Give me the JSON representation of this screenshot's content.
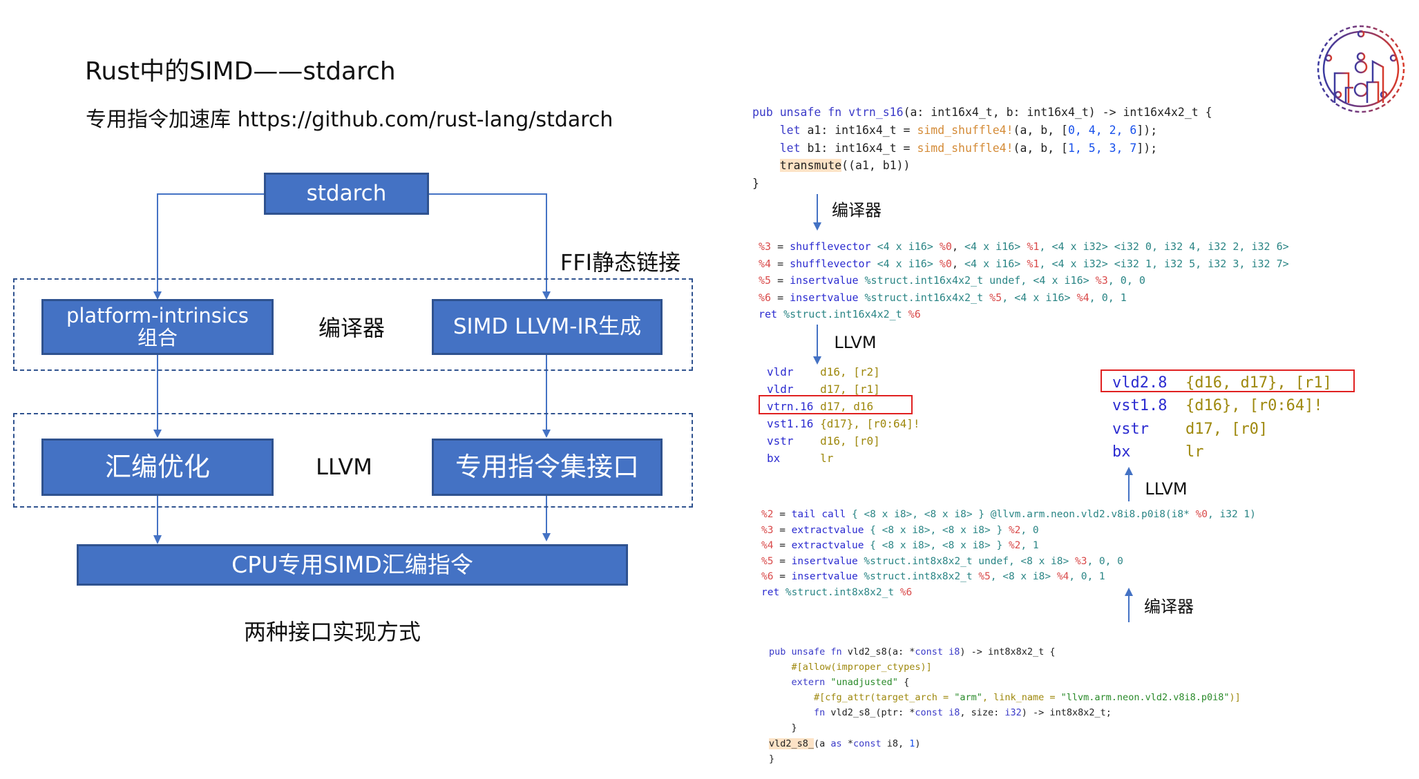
{
  "title": "Rust中的SIMD——stdarch",
  "subtitle": "专用指令加速库 https://github.com/rust-lang/stdarch",
  "diagram": {
    "stdarch": "stdarch",
    "platform_line1": "platform-intrinsics",
    "platform_line2": "组合",
    "compiler_label": "编译器",
    "simd_ir": "SIMD LLVM-IR生成",
    "ffi_label": "FFI静态链接",
    "asm_opt": "汇编优化",
    "llvm_label": "LLVM",
    "intrinsic_iface": "专用指令集接口",
    "cpu": "CPU专用SIMD汇编指令",
    "caption": "两种接口实现方式"
  },
  "flow_labels": {
    "compiler_1": "编译器",
    "llvm_1": "LLVM",
    "llvm_2": "LLVM",
    "compiler_2": "编译器"
  },
  "logo_icon": "university-gear-skyline-logo",
  "code": {
    "vtrn_rust": [
      [
        [
          "pub unsafe fn ",
          "k"
        ],
        [
          "vtrn_s16",
          "k"
        ],
        [
          "(a: int16x4_t, b: int16x4_t) -> int16x4x2_t {",
          "p"
        ]
      ],
      [
        [
          "    let ",
          "k"
        ],
        [
          "a1: int16x4_t = ",
          "p"
        ],
        [
          "simd_shuffle4!",
          "m"
        ],
        [
          "(a, b, [",
          "p"
        ],
        [
          "0, 4, 2, 6",
          "n"
        ],
        [
          "]);",
          "p"
        ]
      ],
      [
        [
          "    let ",
          "k"
        ],
        [
          "b1: int16x4_t = ",
          "p"
        ],
        [
          "simd_shuffle4!",
          "m"
        ],
        [
          "(a, b, [",
          "p"
        ],
        [
          "1, 5, 3, 7",
          "n"
        ],
        [
          "]);",
          "p"
        ]
      ],
      [
        [
          "    ",
          "p"
        ],
        [
          "transmute",
          "h"
        ],
        [
          "((a1, b1))",
          "p"
        ]
      ],
      [
        [
          "}",
          "p"
        ]
      ]
    ],
    "vtrn_ir": [
      [
        [
          "%3",
          "v"
        ],
        [
          " = ",
          "p"
        ],
        [
          "shufflevector",
          "i"
        ],
        [
          " <4 x i16> ",
          "t"
        ],
        [
          "%0",
          "v"
        ],
        [
          ", ",
          "p"
        ],
        [
          "<4 x i16> ",
          "t"
        ],
        [
          "%1",
          "v"
        ],
        [
          ", <4 x i32> <i32 0, i32 4, i32 2, i32 6>",
          "t"
        ]
      ],
      [
        [
          "%4",
          "v"
        ],
        [
          " = ",
          "p"
        ],
        [
          "shufflevector",
          "i"
        ],
        [
          " <4 x i16> ",
          "t"
        ],
        [
          "%0",
          "v"
        ],
        [
          ", ",
          "p"
        ],
        [
          "<4 x i16> ",
          "t"
        ],
        [
          "%1",
          "v"
        ],
        [
          ", <4 x i32> <i32 1, i32 5, i32 3, i32 7>",
          "t"
        ]
      ],
      [
        [
          "%5",
          "v"
        ],
        [
          " = ",
          "p"
        ],
        [
          "insertvalue",
          "i"
        ],
        [
          " %struct.int16x4x2_t undef, <4 x i16> ",
          "t"
        ],
        [
          "%3",
          "v"
        ],
        [
          ", 0, 0",
          "t"
        ]
      ],
      [
        [
          "%6",
          "v"
        ],
        [
          " = ",
          "p"
        ],
        [
          "insertvalue",
          "i"
        ],
        [
          " %struct.int16x4x2_t ",
          "t"
        ],
        [
          "%5",
          "v"
        ],
        [
          ", <4 x i16> ",
          "t"
        ],
        [
          "%4",
          "v"
        ],
        [
          ", 0, 1",
          "t"
        ]
      ],
      [
        [
          "ret",
          "i"
        ],
        [
          " %struct.int16x4x2_t ",
          "t"
        ],
        [
          "%6",
          "v"
        ]
      ]
    ],
    "vtrn_asm": [
      [
        [
          "vldr    ",
          "i"
        ],
        [
          "d16, [r2]",
          "a"
        ]
      ],
      [
        [
          "vldr    ",
          "i"
        ],
        [
          "d17, [r1]",
          "a"
        ]
      ],
      [
        [
          "vtrn.16 ",
          "i"
        ],
        [
          "d17, d16",
          "a"
        ]
      ],
      [
        [
          "vst1.16 ",
          "i"
        ],
        [
          "{d17}, [r0:64]!",
          "a"
        ]
      ],
      [
        [
          "vstr    ",
          "i"
        ],
        [
          "d16, [r0]",
          "a"
        ]
      ],
      [
        [
          "bx      ",
          "i"
        ],
        [
          "lr",
          "a"
        ]
      ]
    ],
    "vld2_asm": [
      [
        [
          "vld2.8  ",
          "i"
        ],
        [
          "{d16, d17}, [r1]",
          "a"
        ]
      ],
      [
        [
          "vst1.8  ",
          "i"
        ],
        [
          "{d16}, [r0:64]!",
          "a"
        ]
      ],
      [
        [
          "vstr    ",
          "i"
        ],
        [
          "d17, [r0]",
          "a"
        ]
      ],
      [
        [
          "bx      ",
          "i"
        ],
        [
          "lr",
          "a"
        ]
      ]
    ],
    "vld2_ir": [
      [
        [
          "%2",
          "v"
        ],
        [
          " = ",
          "p"
        ],
        [
          "tail call",
          "i"
        ],
        [
          " { <8 x i8>, <8 x i8> } @llvm.arm.neon.vld2.v8i8.p0i8(i8* ",
          "t"
        ],
        [
          "%0",
          "v"
        ],
        [
          ", i32 1)",
          "t"
        ]
      ],
      [
        [
          "%3",
          "v"
        ],
        [
          " = ",
          "p"
        ],
        [
          "extractvalue",
          "i"
        ],
        [
          " { <8 x i8>, <8 x i8> } ",
          "t"
        ],
        [
          "%2",
          "v"
        ],
        [
          ", 0",
          "t"
        ]
      ],
      [
        [
          "%4",
          "v"
        ],
        [
          " = ",
          "p"
        ],
        [
          "extractvalue",
          "i"
        ],
        [
          " { <8 x i8>, <8 x i8> } ",
          "t"
        ],
        [
          "%2",
          "v"
        ],
        [
          ", 1",
          "t"
        ]
      ],
      [
        [
          "%5",
          "v"
        ],
        [
          " = ",
          "p"
        ],
        [
          "insertvalue",
          "i"
        ],
        [
          " %struct.int8x8x2_t undef, <8 x i8> ",
          "t"
        ],
        [
          "%3",
          "v"
        ],
        [
          ", 0, 0",
          "t"
        ]
      ],
      [
        [
          "%6",
          "v"
        ],
        [
          " = ",
          "p"
        ],
        [
          "insertvalue",
          "i"
        ],
        [
          " %struct.int8x8x2_t ",
          "t"
        ],
        [
          "%5",
          "v"
        ],
        [
          ", <8 x i8> ",
          "t"
        ],
        [
          "%4",
          "v"
        ],
        [
          ", 0, 1",
          "t"
        ]
      ],
      [
        [
          "ret",
          "i"
        ],
        [
          " %struct.int8x8x2_t ",
          "t"
        ],
        [
          "%6",
          "v"
        ]
      ]
    ],
    "vld2_rust": [
      [
        [
          "pub unsafe fn ",
          "k"
        ],
        [
          "vld2_s8(a: *",
          "p"
        ],
        [
          "const ",
          "k"
        ],
        [
          "i8",
          "k"
        ],
        [
          ") -> int8x8x2_t {",
          "p"
        ]
      ],
      [
        [
          "    #[allow(improper_ctypes)]",
          "a"
        ]
      ],
      [
        [
          "    extern ",
          "k"
        ],
        [
          "\"unadjusted\"",
          "s"
        ],
        [
          " {",
          "p"
        ]
      ],
      [
        [
          "        #[cfg_attr(target_arch = ",
          "a"
        ],
        [
          "\"arm\"",
          "s"
        ],
        [
          ", link_name = ",
          "a"
        ],
        [
          "\"llvm.arm.neon.vld2.v8i8.p0i8\"",
          "s"
        ],
        [
          ")]",
          "a"
        ]
      ],
      [
        [
          "        fn ",
          "k"
        ],
        [
          "vld2_s8_(ptr: *",
          "p"
        ],
        [
          "const ",
          "k"
        ],
        [
          "i8",
          "k"
        ],
        [
          ", size: ",
          "p"
        ],
        [
          "i32",
          "k"
        ],
        [
          ") -> int8x8x2_t;",
          "p"
        ]
      ],
      [
        [
          "    }",
          "p"
        ]
      ],
      [
        [
          "vld2_s8_",
          "h"
        ],
        [
          "(a ",
          "p"
        ],
        [
          "as ",
          "k"
        ],
        [
          "*",
          "p"
        ],
        [
          "const ",
          "k"
        ],
        [
          "i8, ",
          "p"
        ],
        [
          "1",
          "n"
        ],
        [
          ")",
          "p"
        ]
      ],
      [
        [
          "}",
          "p"
        ]
      ]
    ]
  }
}
